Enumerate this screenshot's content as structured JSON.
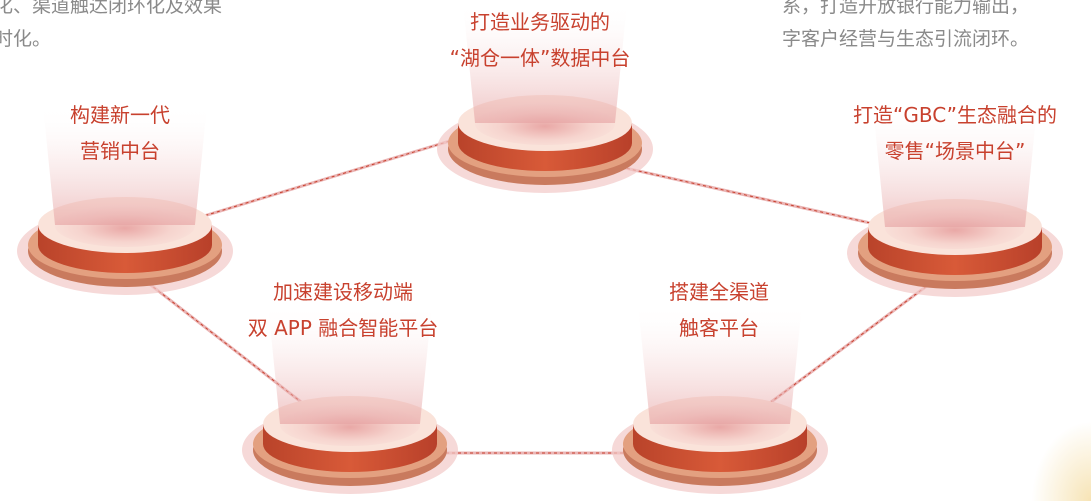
{
  "fragments": {
    "left": [
      "化、渠道触达闭环化及效果",
      "时化。"
    ],
    "right": [
      "系，打造开放银行能力输出，",
      "字客户经营与生态引流闭环。"
    ]
  },
  "nodes": [
    {
      "id": "marketing",
      "lines": [
        "构建新一代",
        "营销中台"
      ]
    },
    {
      "id": "data",
      "lines": [
        "打造业务驱动的",
        "“湖仓一体”数据中台"
      ]
    },
    {
      "id": "scene",
      "lines": [
        "打造“GBC”生态融合的",
        "零售“场景中台”"
      ]
    },
    {
      "id": "mobile",
      "lines": [
        "加速建设移动端",
        "双 APP 融合智能平台"
      ]
    },
    {
      "id": "channel",
      "lines": [
        "搭建全渠道",
        "触客平台"
      ]
    }
  ],
  "colors": {
    "accent": "#c8412e",
    "platform_top": "#f6d9cc",
    "platform_side": "#cf5636",
    "base": "#e3a080",
    "ring": "#f2c9c7",
    "text_muted": "#8a8a8a"
  }
}
